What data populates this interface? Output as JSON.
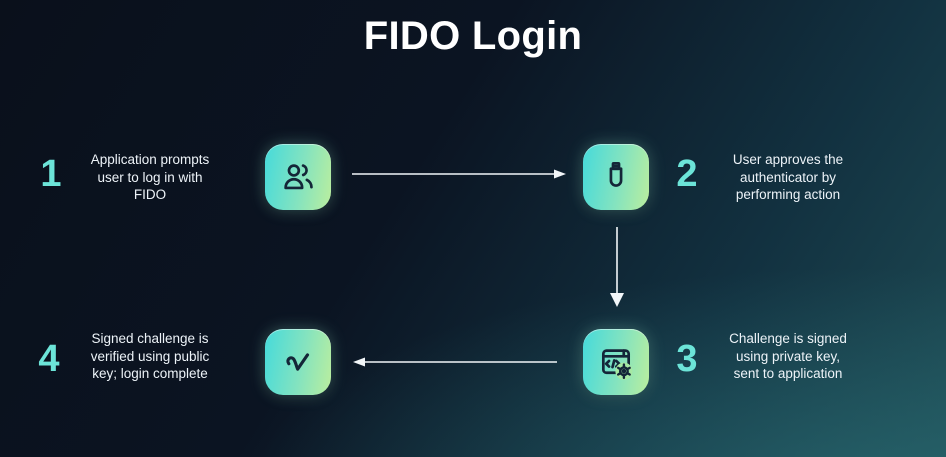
{
  "title": "FIDO Login",
  "diagram_type": "flow",
  "steps": [
    {
      "number": "1",
      "icon": "users-icon",
      "text": "Application prompts\nuser to log in with\nFIDO"
    },
    {
      "number": "2",
      "icon": "usb-security-key-icon",
      "text": "User approves the\nauthenticator by\nperforming action"
    },
    {
      "number": "3",
      "icon": "code-window-gear-icon",
      "text": "Challenge is signed\nusing private key,\nsent to application"
    },
    {
      "number": "4",
      "icon": "check-icon",
      "text": "Signed challenge is\nverified using public\nkey; login complete"
    }
  ],
  "arrows": [
    {
      "from": "step-1",
      "to": "step-2",
      "direction": "right"
    },
    {
      "from": "step-2",
      "to": "step-3",
      "direction": "down"
    },
    {
      "from": "step-3",
      "to": "step-4",
      "direction": "left"
    }
  ],
  "colors": {
    "background_start": "#0a101b",
    "background_end": "#1e4b54",
    "tile_gradient_start": "#4bdbd8",
    "tile_gradient_end": "#bbee9e",
    "icon_stroke": "#142638",
    "step_number": "#6ce4d8",
    "body_text": "#edf3f8",
    "title_text": "#ffffff",
    "arrow": "#f2f6f9"
  }
}
